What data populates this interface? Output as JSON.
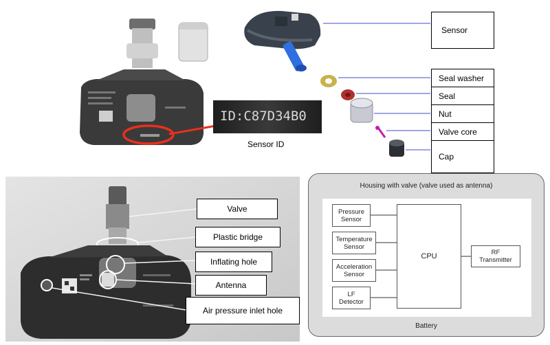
{
  "top_right": {
    "labels": [
      "Sensor",
      "Seal washer",
      "Seal",
      "Nut",
      "Valve core",
      "Cap"
    ],
    "line_color": "#6a6fd8"
  },
  "top_left": {
    "id_text": "ID:C87D34B0",
    "caption": "Sensor ID",
    "highlight_color": "#e8301c"
  },
  "bottom_left": {
    "labels": [
      "Valve",
      "Plastic bridge",
      "Inflating hole",
      "Antenna",
      "Air pressure inlet hole"
    ]
  },
  "block_diagram": {
    "title": "Housing with valve (valve used as antenna)",
    "sensors": [
      {
        "line1": "Pressure",
        "line2": "Sensor"
      },
      {
        "line1": "Temperature",
        "line2": "Sensor"
      },
      {
        "line1": "Acceleration",
        "line2": "Sensor"
      },
      {
        "line1": "LF",
        "line2": "Detector"
      }
    ],
    "cpu": "CPU",
    "rf": {
      "line1": "RF",
      "line2": "Transmitter"
    },
    "footer": "Battery"
  }
}
